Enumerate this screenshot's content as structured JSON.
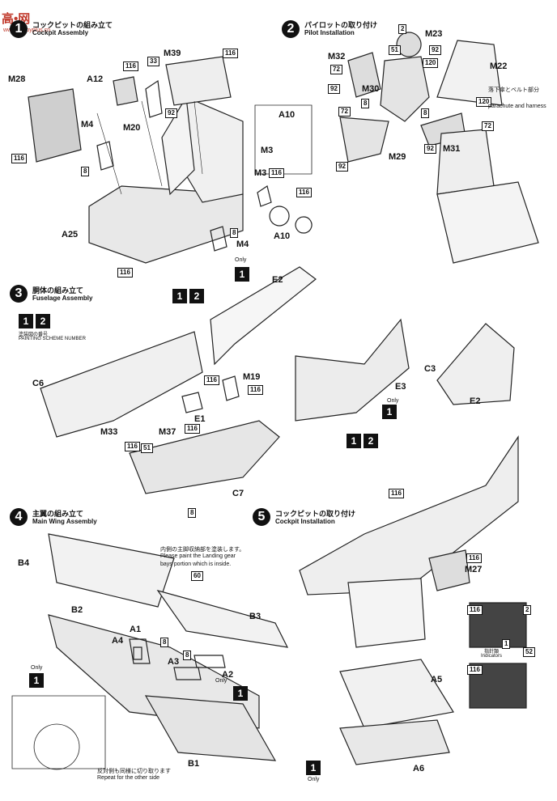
{
  "watermark": {
    "site": "高•网",
    "url": "www.hobbyplus.cn"
  },
  "steps": [
    {
      "num": "1",
      "jp": "コックピットの組み立て",
      "en": "Cockpit Assembly"
    },
    {
      "num": "2",
      "jp": "パイロットの取り付け",
      "en": "Pilot Installation"
    },
    {
      "num": "3",
      "jp": "胴体の組み立て",
      "en": "Fuselage Assembly"
    },
    {
      "num": "4",
      "jp": "主翼の組み立て",
      "en": "Main Wing Assembly"
    },
    {
      "num": "5",
      "jp": "コックピットの取り付け",
      "en": "Cockpit Installation"
    }
  ],
  "parts": {
    "m28": "M28",
    "a12": "A12",
    "m39": "M39",
    "m20": "M20",
    "m4a": "M4",
    "m4b": "M4",
    "a25": "A25",
    "a10a": "A10",
    "m3a": "M3",
    "m3b": "M3",
    "a10b": "A10",
    "m23": "M23",
    "m32": "M32",
    "m30": "M30",
    "m22": "M22",
    "m29": "M29",
    "m31": "M31",
    "e2a": "E2",
    "e3": "E3",
    "c3": "C3",
    "e2b": "E2",
    "c6": "C6",
    "m19": "M19",
    "e1": "E1",
    "m33": "M33",
    "m37": "M37",
    "c7": "C7",
    "b4": "B4",
    "b2": "B2",
    "b3": "B3",
    "a1": "A1",
    "a4": "A4",
    "a3": "A3",
    "a2": "A2",
    "b1": "B1",
    "m27": "M27",
    "a5": "A5",
    "a6": "A6"
  },
  "paint": {
    "p116a": "116",
    "p33": "33",
    "p92a": "92",
    "p116b": "116",
    "p116c": "116",
    "p8a": "8",
    "p116d": "116",
    "p8b": "8",
    "p116e": "116",
    "p2": "2",
    "p51a": "51",
    "p92b": "92",
    "p120a": "120",
    "p72a": "72",
    "p92c": "92",
    "p8c": "8",
    "p72b": "72",
    "p120b": "120",
    "p8d": "8",
    "p72c": "72",
    "p92d": "92",
    "p92e": "92",
    "p116f": "116",
    "p116g": "116",
    "p116h": "116",
    "p116i": "116",
    "p51b": "51",
    "p8e": "8",
    "p60": "60",
    "p8f": "8",
    "p8g": "8",
    "p116j": "116",
    "p116k": "116",
    "p2b": "2",
    "p1": "1",
    "p116l": "116",
    "p52": "52"
  },
  "notes": {
    "parachute_jp": "落下傘とベルト部分",
    "parachute_en": "parachute and harness",
    "scheme_en": "PAINTING SCHEME NUMBER",
    "scheme_jp": "塗装図の番号",
    "gear_jp": "内側の主脚収納部を塗装します。",
    "gear_en1": "Please paint the Landing gear",
    "gear_en2": "bays portion which is inside.",
    "repeat_jp": "反対側も同様に切り取ります",
    "repeat_en": "Repeat for the other side",
    "only": "Only",
    "indicators_jp": "指針類",
    "indicators_en": "Indicators"
  }
}
